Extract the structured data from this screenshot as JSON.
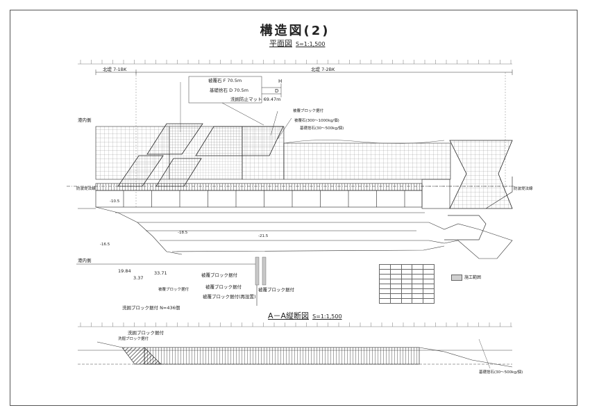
{
  "drawing": {
    "title": "構造図(2)",
    "plan_view": {
      "title": "平面図",
      "scale": "S=1:1,500"
    },
    "section_view": {
      "title": "A－A縦断図",
      "scale": "S=1:1,500"
    }
  },
  "dimensions": {
    "north_dike_7_1": "北堤 7-1BK",
    "north_dike_7_2": "北堤 7-2BK",
    "h": "H",
    "d": "D"
  },
  "callouts": {
    "cover_stone": "被覆石 F 70.5m",
    "foundation_stone": "基礎捨石 D  70.5m",
    "scour_mat": "洗掘防止マット 69.47m",
    "cover_block_note": "被覆ブロック据付",
    "cover_stone_spec": "被覆石(300～1000kg/個)",
    "foundation_spec": "基礎捨石(30～500kg/個)"
  },
  "labels": {
    "harbor_inside_top": "港内側",
    "harbor_inside_bottom": "港内側",
    "breakwater_center": "防波堤法線",
    "breakwater_line_right": "防波堤法線",
    "depth_a": "-18.5",
    "depth_b": "-21.5",
    "depth_c": "-16.5",
    "depth_d": "-10.5",
    "dim_a": "19.84",
    "dim_b": "3.37",
    "dim_c": "33.71"
  },
  "notes": {
    "cover_block_1": "被覆ブロック据付",
    "cover_block_2": "被覆ブロック据付",
    "cover_block_3": "被覆ブロック据付",
    "cover_block_relocate": "被覆ブロック据付(再設置)",
    "scour_block_1": "洗掘ブロック据付 N=436個",
    "scour_block_2": "洗掘ブロック据付",
    "cover_block_right": "被覆ブロック据付"
  },
  "legend": {
    "work_range": "施工範囲"
  },
  "section_labels": {
    "scour_block_top": "洗掘ブロック据付",
    "foundation_bottom": "基礎捨石(30～500kg/個)"
  }
}
